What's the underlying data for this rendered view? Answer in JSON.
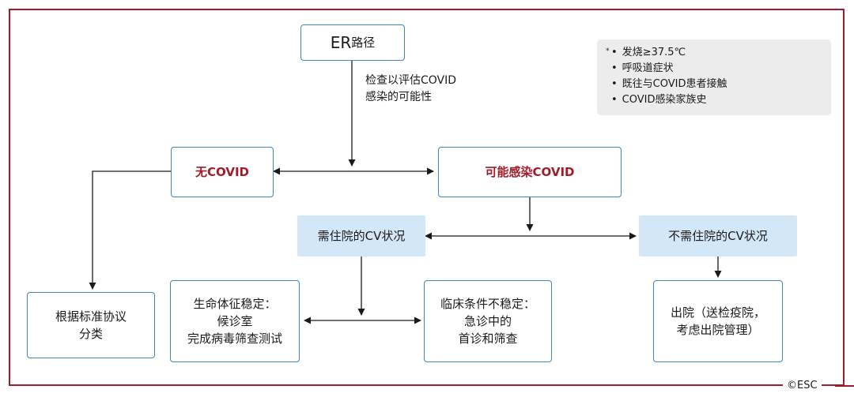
{
  "nodes": {
    "er_path": {
      "big": "ER",
      "small": "路径"
    },
    "no_covid": "无COVID",
    "possible_covid": "可能感染COVID",
    "need_hospital": "需住院的CV状况",
    "no_need_hospital": "不需住院的CV状况",
    "classify": {
      "line1": "根据标准协议",
      "line2": "分类"
    },
    "stable": {
      "line1": "生命体征稳定：",
      "line2": "候诊室",
      "line3": "完成病毒筛查测试"
    },
    "unstable": {
      "line1": "临床条件不稳定：",
      "line2": "急诊中的",
      "line3": "首诊和筛查"
    },
    "discharge": {
      "line1": "出院（送检疫院，",
      "line2": "考虑出院管理）"
    }
  },
  "edge_label": {
    "line1": "检查以评估COVID",
    "line2": "感染的可能性"
  },
  "note": {
    "marker": "*",
    "items": [
      "发烧≥37.5℃",
      "呼吸道症状",
      "既往与COVID患者接触",
      "COVID感染家族史"
    ]
  },
  "copyright": "©ESC",
  "colors": {
    "accent": "#a01c28",
    "box_border": "#3a86c4",
    "box_fill": "#d4e7f6"
  }
}
